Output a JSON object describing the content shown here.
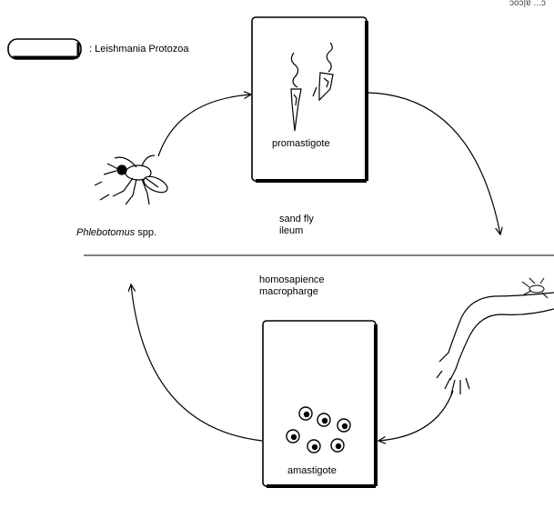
{
  "corner_mark": "ɔoɔ|ɐ ...ɔ",
  "legend": {
    "label": ": Leishmania Protozoa"
  },
  "stages": {
    "promastigote": "promastigote",
    "amastigote": "amastigote"
  },
  "vector": {
    "genus": "Phlebotomus",
    "suffix": " spp."
  },
  "sites": {
    "sand_fly_line1": "sand fly",
    "sand_fly_line2": "ileum",
    "human_line1": "homosapience",
    "human_line2": "macropharge"
  }
}
